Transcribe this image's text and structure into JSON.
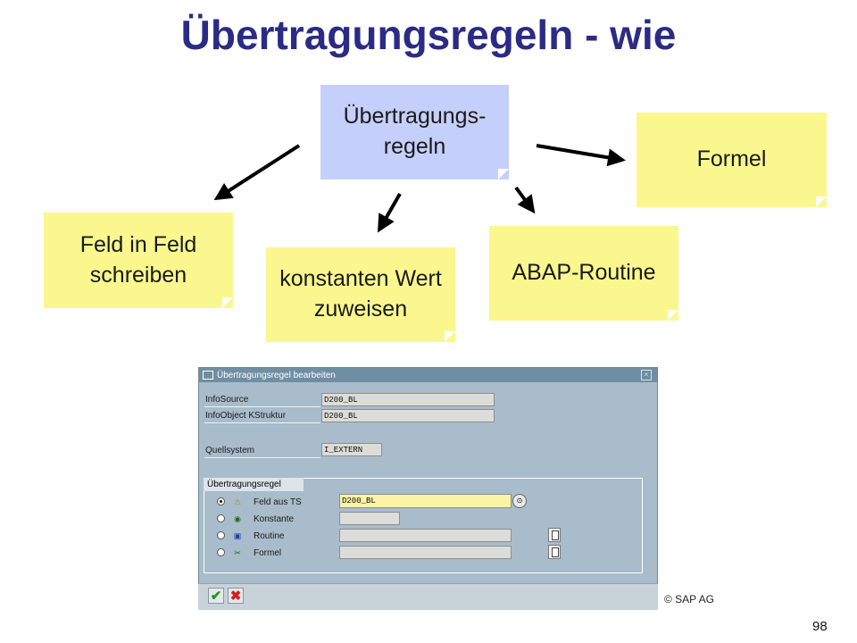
{
  "slide": {
    "title": "Übertragungsregeln - wie",
    "copyright": "© SAP AG",
    "page_number": "98"
  },
  "notes": {
    "center": "Übertragungs-\nregeln",
    "formel": "Formel",
    "feld_in_feld": "Feld in Feld\nschreiben",
    "konstanten": "konstanten Wert\nzuweisen",
    "abap": "ABAP-Routine"
  },
  "colors": {
    "title": "#2b2b86",
    "note_yellow": "#fbf78f",
    "note_blue": "#c5cffb",
    "sap_background": "#a8bccb"
  },
  "dialog": {
    "title": "Übertragungsregel bearbeiten",
    "info_source_label": "InfoSource",
    "info_source_value": "D200_BL",
    "info_object_label": "InfoObject KStruktur",
    "info_object_value": "D200_BL",
    "quellsystem_label": "Quellsystem",
    "quellsystem_value": "I_EXTERN",
    "group_label": "Übertragungsregel",
    "options": [
      {
        "label": "Feld aus TS",
        "selected": true,
        "value": "D200_BL",
        "icon": "field-icon"
      },
      {
        "label": "Konstante",
        "selected": false,
        "value": "",
        "icon": "constant-icon"
      },
      {
        "label": "Routine",
        "selected": false,
        "value": "",
        "icon": "routine-icon"
      },
      {
        "label": "Formel",
        "selected": false,
        "value": "",
        "icon": "formula-icon"
      }
    ],
    "ok_icon": "checkmark-icon",
    "cancel_icon": "cancel-icon"
  }
}
